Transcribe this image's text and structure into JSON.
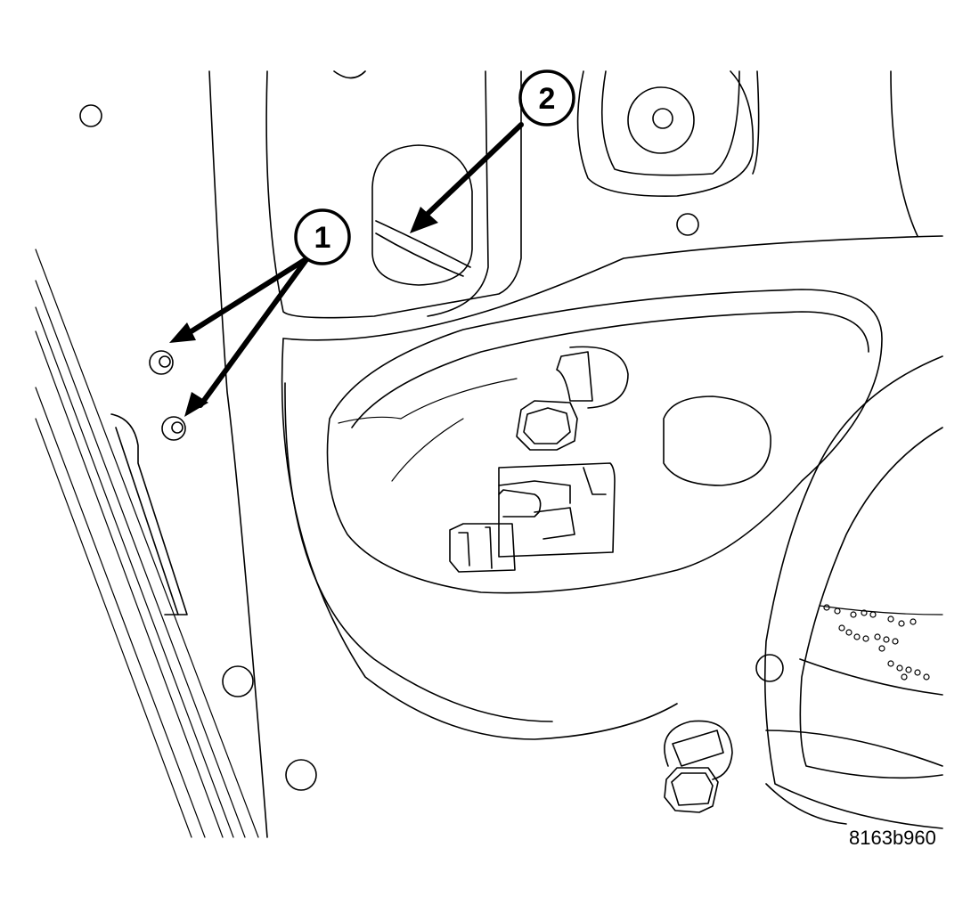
{
  "callouts": [
    {
      "number": "1"
    },
    {
      "number": "2"
    }
  ],
  "figure_id": "8163b960"
}
